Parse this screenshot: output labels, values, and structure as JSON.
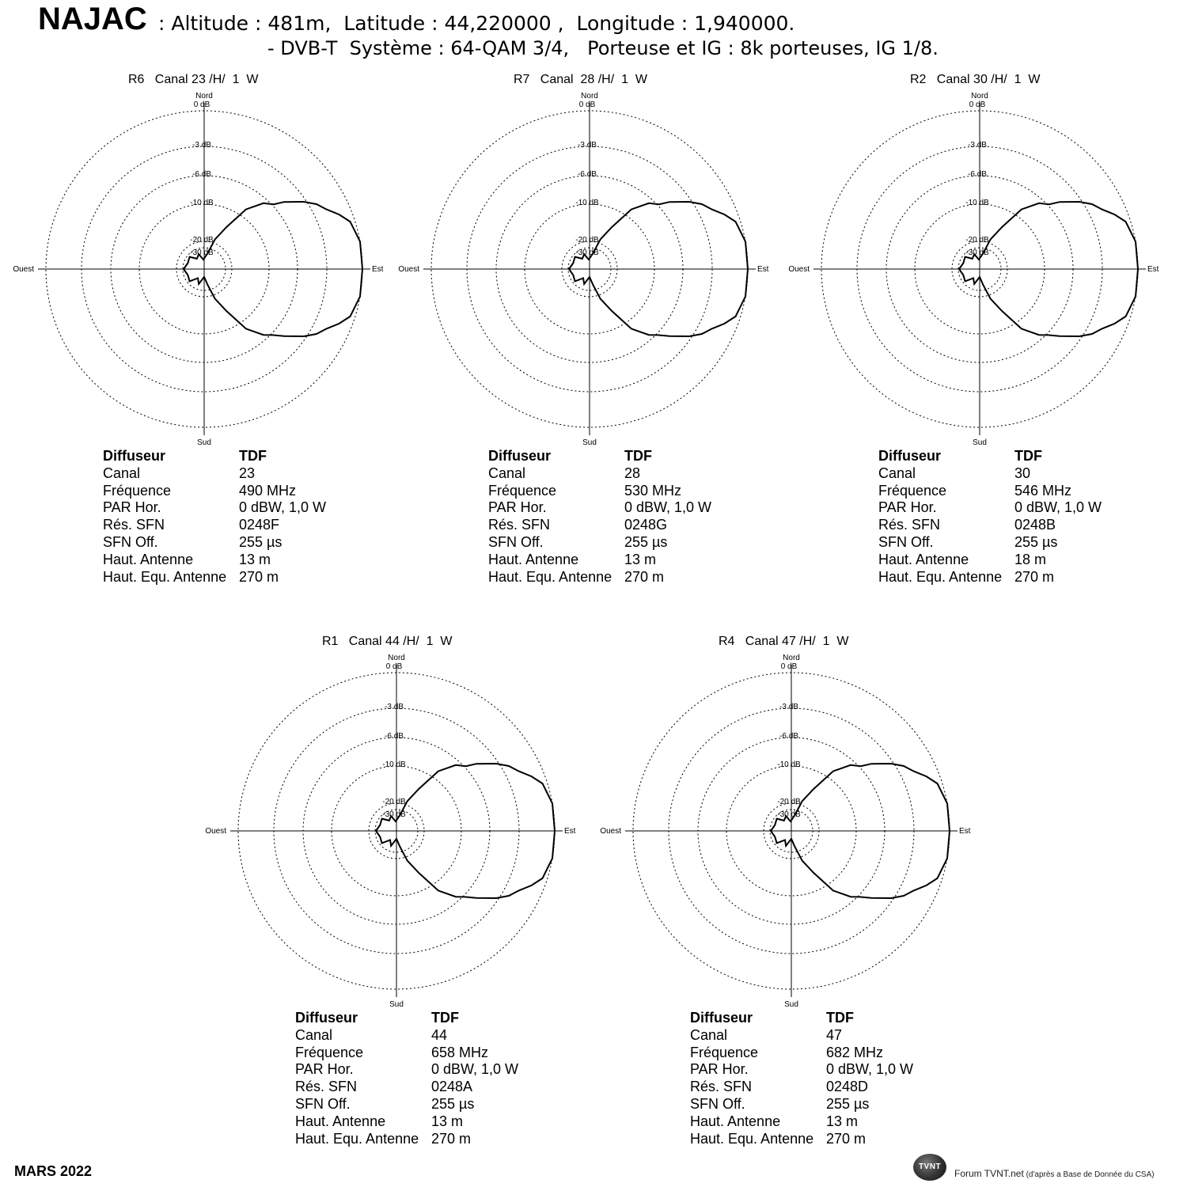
{
  "header": {
    "site": "NAJAC",
    "line1": ": Altitude : 481m,  Latitude : 44,220000 ,  Longitude : 1,940000.",
    "line2": "- DVB-T  Système : 64-QAM 3/4,   Porteuse et IG : 8k porteuses, IG 1/8."
  },
  "polar_labels": {
    "north": "Nord",
    "south": "Sud",
    "east": "Est",
    "west": "Ouest",
    "rings": [
      "0 dB",
      "-3 dB",
      "-6 dB",
      "-10 dB",
      "-20 dB",
      "-30 dB"
    ]
  },
  "info_labels": {
    "diffuseur": "Diffuseur",
    "canal": "Canal",
    "frequence": "Fréquence",
    "par": "PAR Hor.",
    "res_sfn": "Rés. SFN",
    "sfn_off": "SFN Off.",
    "haut_antenne": "Haut. Antenne",
    "haut_equ": "Haut. Equ. Antenne"
  },
  "panels": [
    {
      "title": "R6   Canal 23 /H/  1  W",
      "info": {
        "diffuseur": "TDF",
        "canal": "23",
        "frequence": "490 MHz",
        "par": "0 dBW, 1,0 W",
        "res_sfn": "0248F",
        "sfn_off": "255 µs",
        "haut_antenne": "13 m",
        "haut_equ": "270 m"
      }
    },
    {
      "title": "R7   Canal  28 /H/  1  W",
      "info": {
        "diffuseur": "TDF",
        "canal": "28",
        "frequence": "530 MHz",
        "par": "0 dBW, 1,0 W",
        "res_sfn": "0248G",
        "sfn_off": "255 µs",
        "haut_antenne": "13 m",
        "haut_equ": "270 m"
      }
    },
    {
      "title": "R2   Canal 30 /H/  1  W",
      "info": {
        "diffuseur": "TDF",
        "canal": "30",
        "frequence": "546 MHz",
        "par": "0 dBW, 1,0 W",
        "res_sfn": "0248B",
        "sfn_off": "255 µs",
        "haut_antenne": "18 m",
        "haut_equ": "270 m"
      }
    },
    {
      "title": "R1   Canal 44 /H/  1  W",
      "info": {
        "diffuseur": "TDF",
        "canal": "44",
        "frequence": "658 MHz",
        "par": "0 dBW, 1,0 W",
        "res_sfn": "0248A",
        "sfn_off": "255 µs",
        "haut_antenne": "13 m",
        "haut_equ": "270 m"
      }
    },
    {
      "title": "R4   Canal 47 /H/  1  W",
      "info": {
        "diffuseur": "TDF",
        "canal": "47",
        "frequence": "682 MHz",
        "par": "0 dBW, 1,0 W",
        "res_sfn": "0248D",
        "sfn_off": "255 µs",
        "haut_antenne": "13 m",
        "haut_equ": "270 m"
      }
    }
  ],
  "footer": {
    "date": "MARS 2022",
    "logo": "TVNT",
    "credit_main": "Forum TVNT.net",
    "credit_small": " (d'après a Base de Donnée du CSA)"
  }
}
